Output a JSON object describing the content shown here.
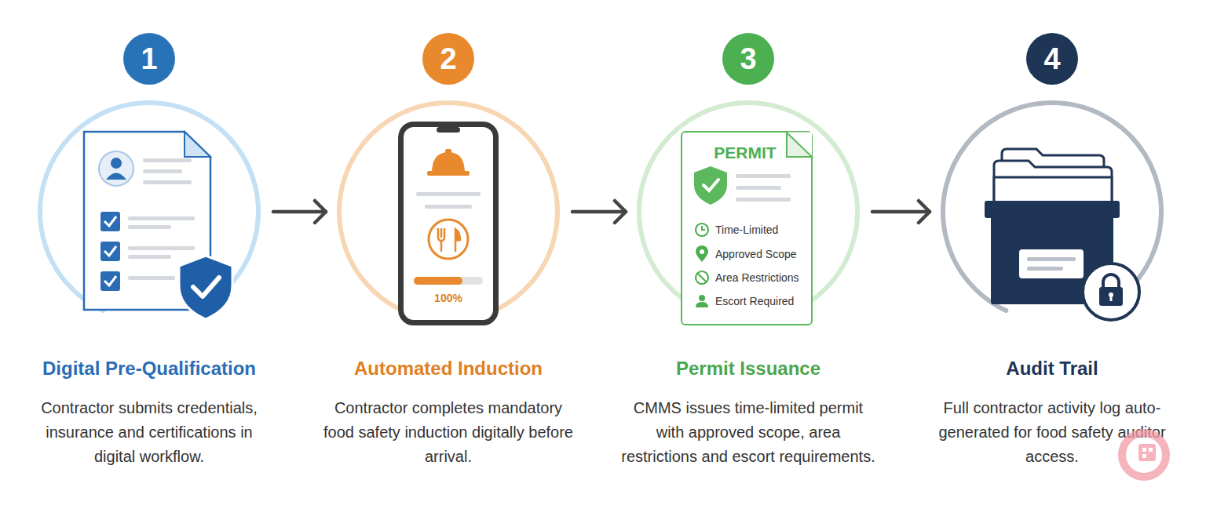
{
  "diagram": {
    "nodes": [
      {
        "text": [
          "1"
        ]
      },
      {
        "text": [
          "Digital Pre-Qualification",
          "Contractor submits credentials, insurance and certifications in digital workflow."
        ]
      },
      {
        "text": [
          "2"
        ]
      },
      {
        "text": [
          "Automated Induction",
          "Contractor completes mandatory food safety induction digitally before arrival."
        ]
      },
      {
        "text": [
          "100%"
        ],
        "in": 3
      },
      {
        "text": [
          "3"
        ]
      },
      {
        "text": [
          "Permit Issuance",
          "CMMS issues time-limited permit with approved scope, area restrictions and escort requirements."
        ]
      },
      {
        "text": [
          "PERMIT",
          "Time-Limited",
          "Approved Scope",
          "Area Restrictions",
          "Escort Required"
        ],
        "in": 6
      },
      {
        "text": [
          "4"
        ]
      },
      {
        "text": [
          "Audit Trail",
          "Full contractor activity log auto-generated for food safety auditor access."
        ]
      }
    ],
    "edges": [
      {
        "from": 1,
        "to": 3,
        "arrow": "to"
      },
      {
        "from": 3,
        "to": 6,
        "arrow": "to"
      },
      {
        "from": 6,
        "to": 9,
        "arrow": "to"
      }
    ]
  }
}
